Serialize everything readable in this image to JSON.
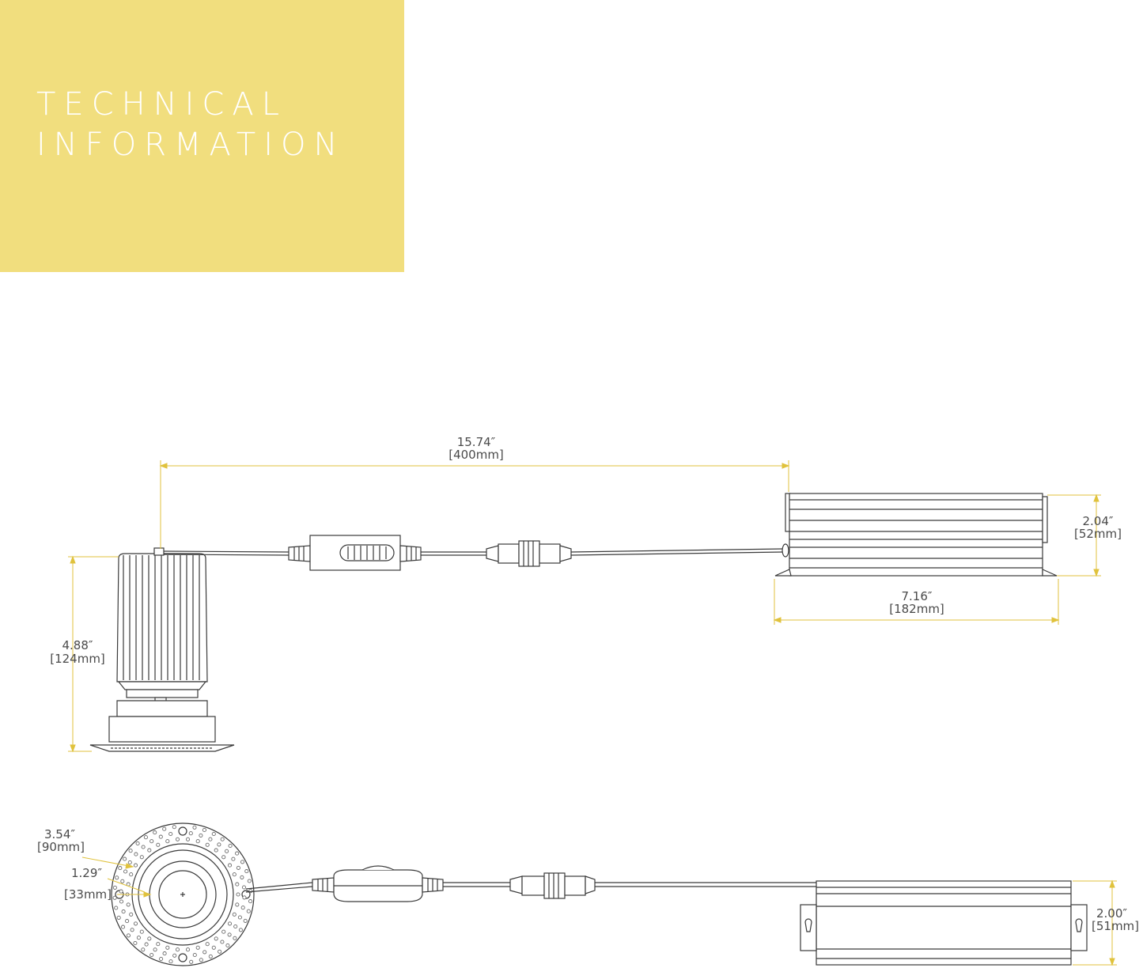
{
  "colors": {
    "banner": "#f1de7e",
    "dimension_line": "#e0c23c",
    "drawing_line": "#3a3a3a"
  },
  "header": {
    "title_line1": "TECHNICAL",
    "title_line2": "INFORMATION"
  },
  "side_view": {
    "cable_length": {
      "imperial": "15.74″",
      "metric": "[400mm]"
    },
    "driver_height": {
      "imperial": "2.04″",
      "metric": "[52mm]"
    },
    "driver_length": {
      "imperial": "7.16″",
      "metric": "[182mm]"
    },
    "fixture_height": {
      "imperial": "4.88″",
      "metric": "[124mm]"
    }
  },
  "top_view": {
    "outer_diameter": {
      "imperial": "3.54″",
      "metric": "[90mm]"
    },
    "aperture_diameter": {
      "imperial": "1.29″",
      "metric": "[33mm]"
    },
    "driver_width": {
      "imperial": "2.00″",
      "metric": "[51mm]"
    }
  }
}
